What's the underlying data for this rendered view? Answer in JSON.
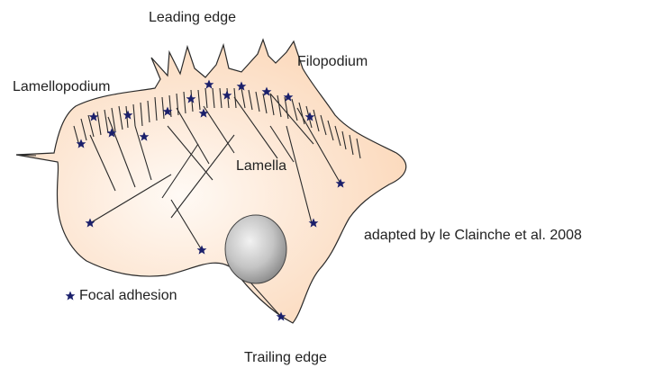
{
  "labels": {
    "leading_edge": "Leading edge",
    "filopodium": "Filopodium",
    "lamellopodium": "Lamellopodium",
    "lamella": "Lamella",
    "trailing_edge": "Trailing edge",
    "citation": "adapted by le Clainche et al. 2008"
  },
  "legend": {
    "symbol": "★",
    "text": "Focal adhesion"
  },
  "colors": {
    "cell_fill_center": "#fffaf5",
    "cell_fill_edge": "#fbd7b8",
    "cell_outline": "#2a2a2a",
    "focal_adhesion": "#1a1f6b",
    "nucleus_light": "#f2f2f2",
    "nucleus_dark": "#8c8c8c"
  },
  "icons": {
    "focal_adhesion": "star-icon",
    "nucleus": "ellipse-shape"
  }
}
